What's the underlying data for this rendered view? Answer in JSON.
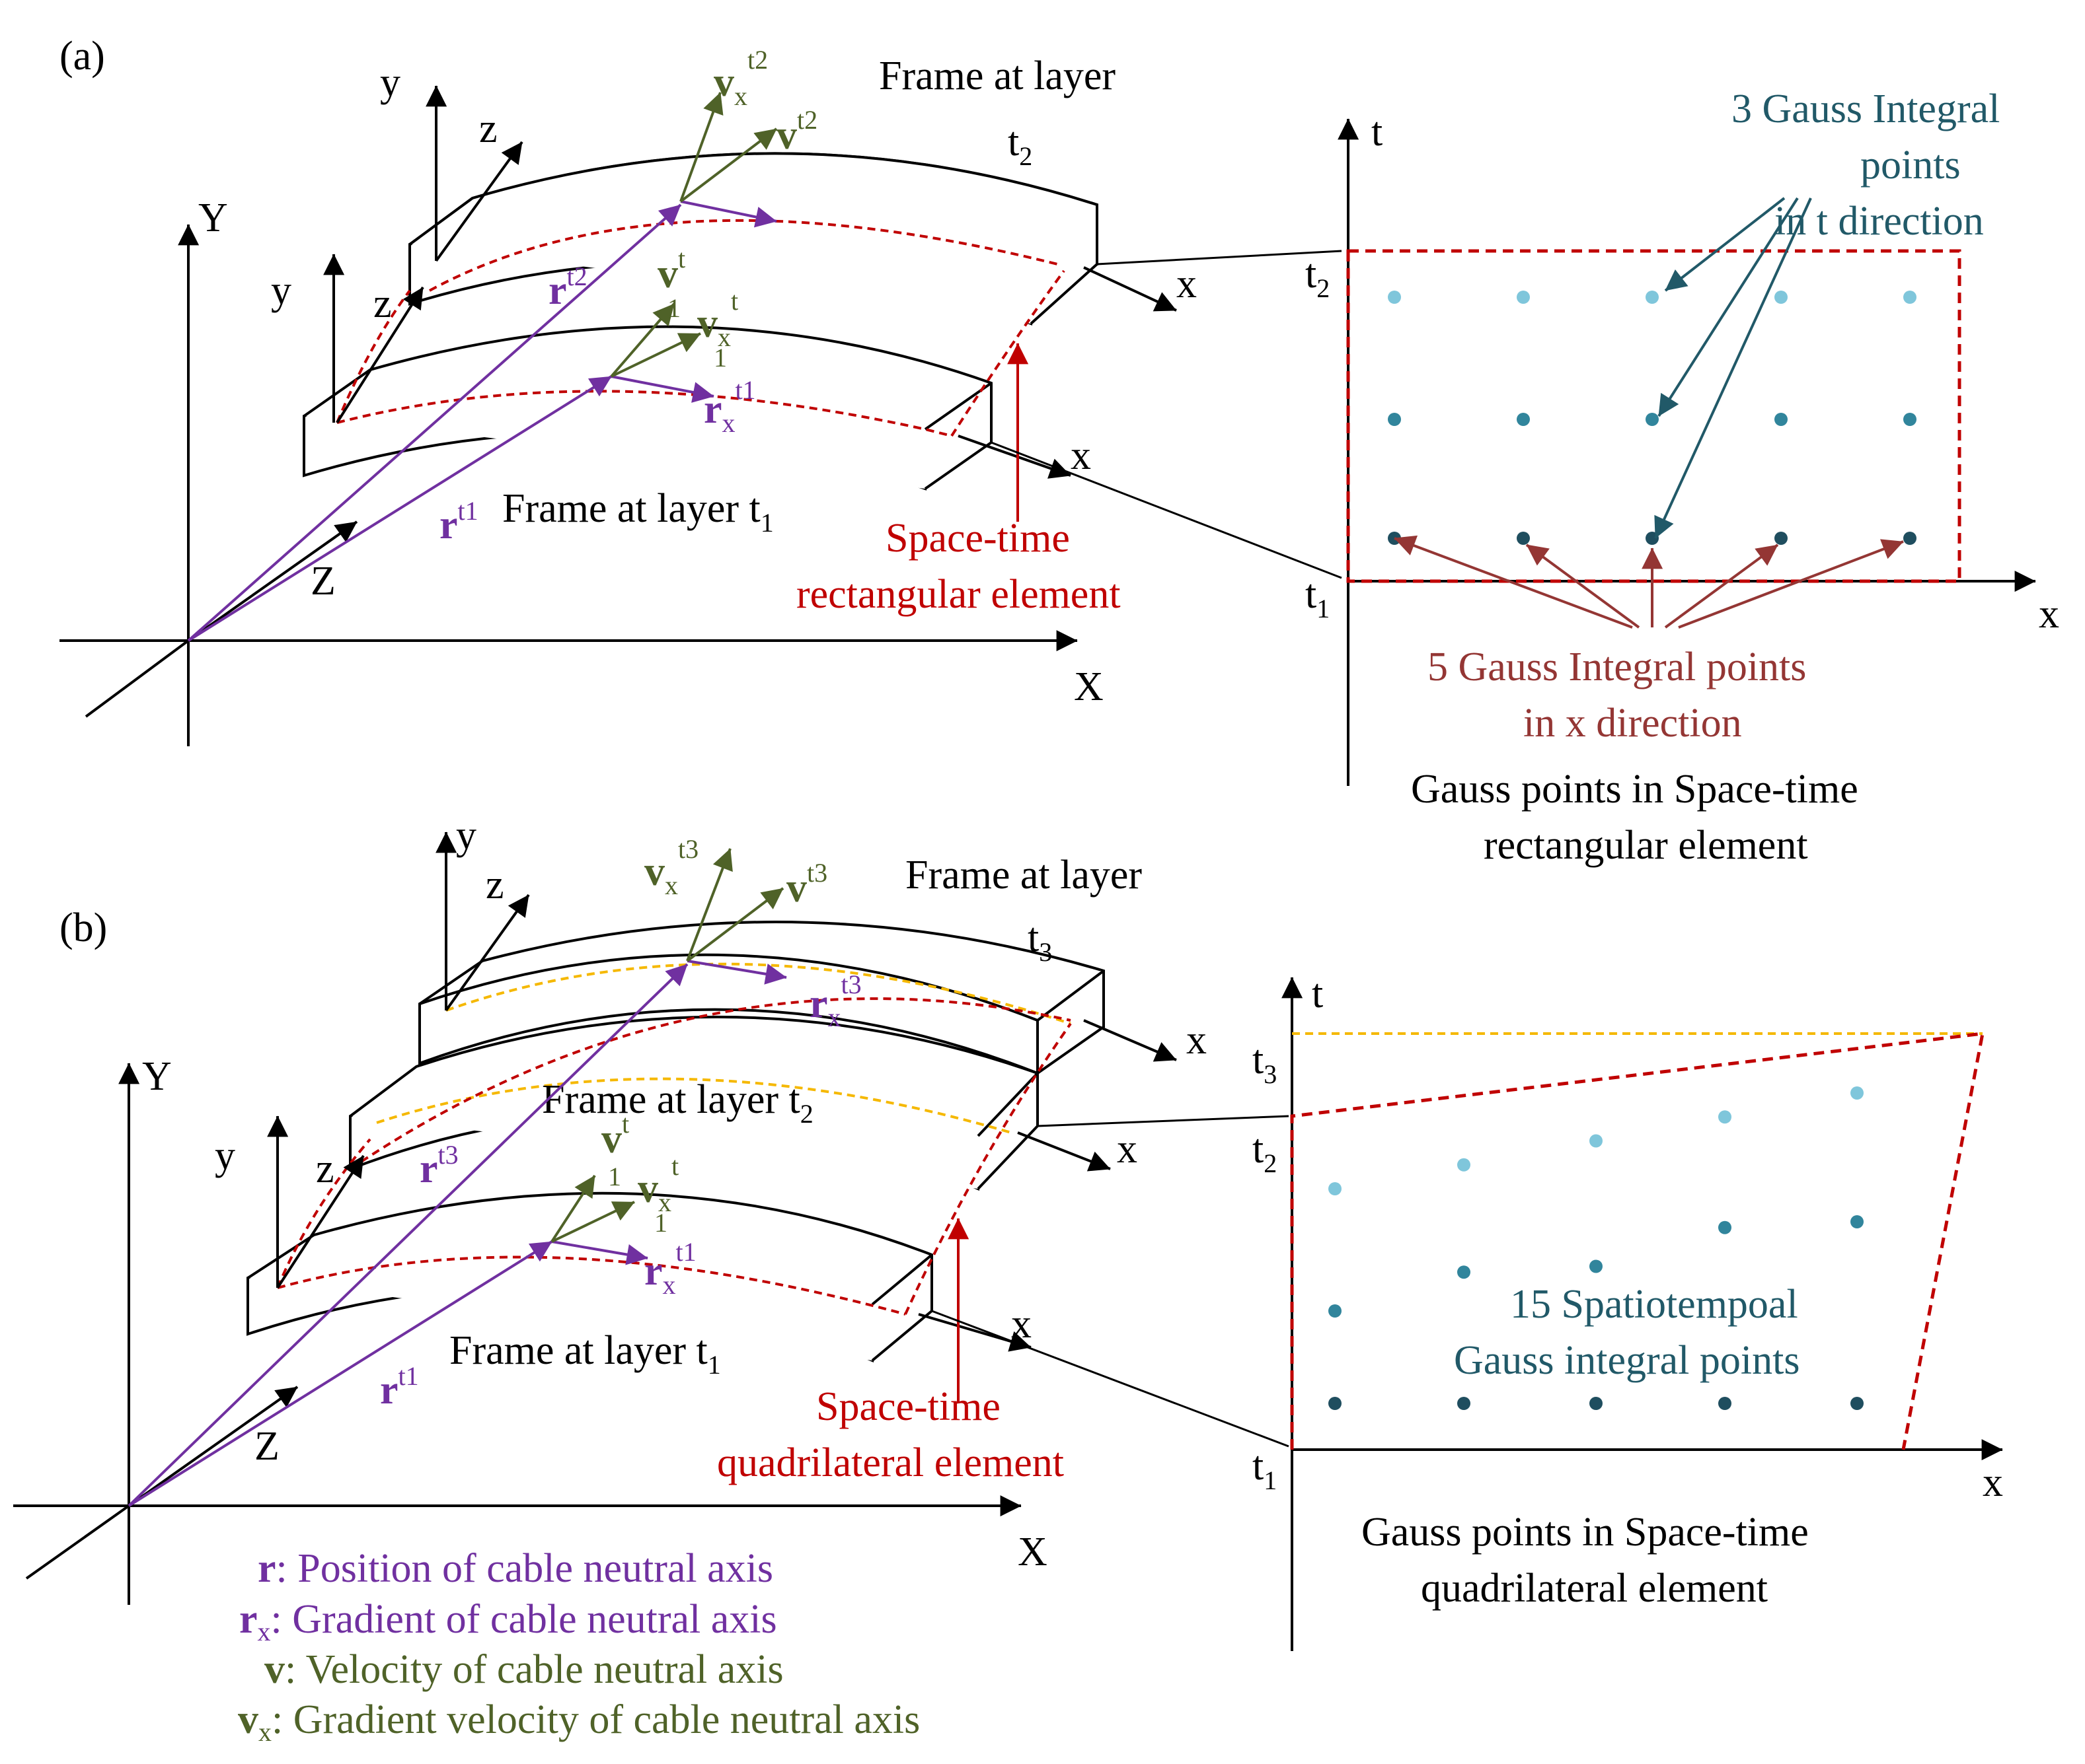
{
  "colors": {
    "black": "#000000",
    "purple": "#7030A0",
    "olive": "#4F6228",
    "red": "#C00000",
    "darkred": "#943634",
    "teal": "#215968",
    "orange": "#F5B800",
    "dot_light": "#7FC6DB",
    "dot_mid": "#31859C",
    "dot_dark": "#1F4E5F"
  },
  "panel_a": {
    "tag": "(a)",
    "global_axes": {
      "X": "X",
      "Y": "Y",
      "Z": "Z"
    },
    "frame_top": {
      "label": "Frame at layer",
      "sub": "t",
      "subsub": "2",
      "y": "y",
      "z": "z",
      "x": "x"
    },
    "frame_bottom": {
      "label": "Frame at layer t",
      "sub": "1",
      "y": "y",
      "z": "z",
      "x": "x"
    },
    "vectors": {
      "vx_t2": {
        "base": "v",
        "sub": "x",
        "sup": "t2"
      },
      "v_t2": {
        "base": "v",
        "sup": "t2"
      },
      "r_t2": {
        "base": "r",
        "sup": "t2"
      },
      "v_t": {
        "base": "v",
        "sup": "t"
      },
      "vx_t": {
        "base": "v",
        "sub": "x",
        "sup": "t"
      },
      "one_a": "1",
      "one_b": "1",
      "rx_t1": {
        "base": "r",
        "sub": "x",
        "sup": "t1"
      },
      "r_t1": {
        "base": "r",
        "sup": "t1"
      }
    },
    "element_label": [
      "Space-time",
      "rectangular element"
    ],
    "graph": {
      "t_axis": "t",
      "x_axis": "x",
      "t2": "t",
      "t2_sub": "2",
      "t1": "t",
      "t1_sub": "1",
      "t_points_label": [
        "3 Gauss Integral",
        "points",
        "in t direction"
      ],
      "x_points_label": [
        "5 Gauss Integral points",
        "in x direction"
      ],
      "caption": [
        "Gauss points in Space-time",
        "rectangular element"
      ]
    }
  },
  "panel_b": {
    "tag": "(b)",
    "global_axes": {
      "X": "X",
      "Y": "Y",
      "Z": "Z"
    },
    "frame_top": {
      "label": "Frame at layer",
      "sub": "t",
      "subsub": "3",
      "y": "y",
      "z": "z",
      "x": "x"
    },
    "frame_mid": {
      "label": "Frame at layer t",
      "sub": "2",
      "x": "x"
    },
    "frame_bottom": {
      "label": "Frame at layer t",
      "sub": "1",
      "y": "y",
      "z": "z",
      "x": "x"
    },
    "vectors": {
      "vx_t3": {
        "base": "v",
        "sub": "x",
        "sup": "t3"
      },
      "v_t3": {
        "base": "v",
        "sup": "t3"
      },
      "rx_t3": {
        "base": "r",
        "sub": "x",
        "sup": "t3"
      },
      "r_t3": {
        "base": "r",
        "sup": "t3"
      },
      "v_t": {
        "base": "v",
        "sup": "t"
      },
      "vx_t": {
        "base": "v",
        "sub": "x",
        "sup": "t"
      },
      "one_a": "1",
      "one_b": "1",
      "rx_t1": {
        "base": "r",
        "sub": "x",
        "sup": "t1"
      },
      "r_t1": {
        "base": "r",
        "sup": "t1"
      }
    },
    "element_label": [
      "Space-time",
      "quadrilateral element"
    ],
    "graph": {
      "t_axis": "t",
      "x_axis": "x",
      "t3": "t",
      "t3_sub": "3",
      "t2": "t",
      "t2_sub": "2",
      "t1": "t",
      "t1_sub": "1",
      "points_label": [
        "15 Spatiotempoal",
        "Gauss integral points"
      ],
      "caption": [
        "Gauss points in Space-time",
        "quadrilateral element"
      ]
    },
    "legend": [
      {
        "sym": "r",
        "sub": "",
        "text": ": Position of cable neutral axis",
        "color": "purple"
      },
      {
        "sym": "r",
        "sub": "x",
        "text": ": Gradient of cable neutral axis",
        "color": "purple"
      },
      {
        "sym": "v",
        "sub": "",
        "text": ": Velocity of cable neutral axis",
        "color": "olive"
      },
      {
        "sym": "v",
        "sub": "x",
        "text": ": Gradient velocity of cable neutral axis",
        "color": "olive"
      }
    ]
  }
}
